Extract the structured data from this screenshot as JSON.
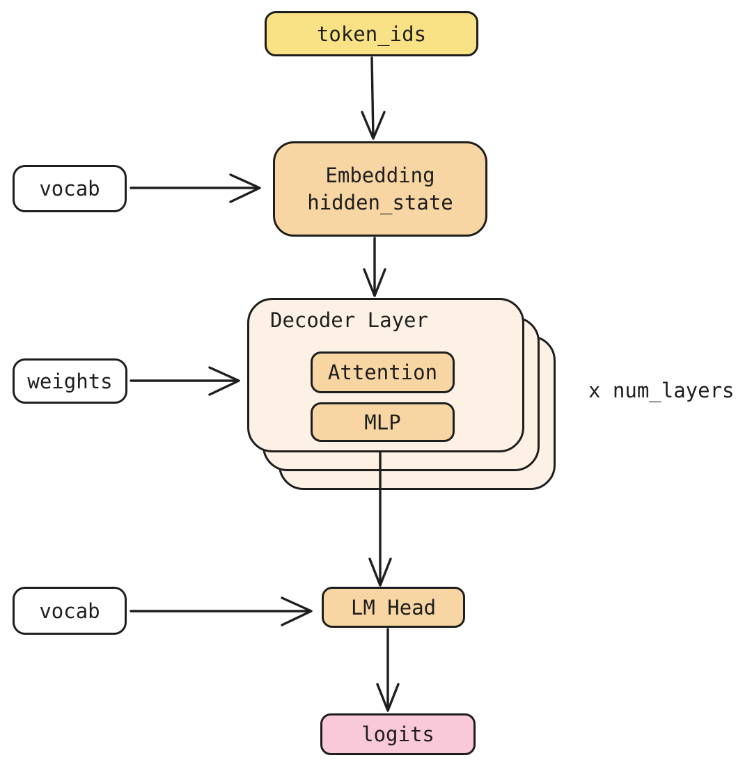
{
  "diagram": {
    "stroke_color": "#1e1e1e",
    "background_color": "#ffffff",
    "colors": {
      "yellow": "#f9e285",
      "orange": "#f8d6a4",
      "cream": "#fcf1e4",
      "pink": "#f9c8d9",
      "white": "#ffffff"
    },
    "nodes": {
      "token_ids": {
        "label": "token_ids",
        "fill": "#f9e285"
      },
      "vocab_top": {
        "label": "vocab",
        "fill": "#ffffff"
      },
      "embedding": {
        "line1": "Embedding",
        "line2": "hidden_state",
        "fill": "#f8d6a4"
      },
      "weights": {
        "label": "weights",
        "fill": "#ffffff"
      },
      "decoder_layer": {
        "title": "Decoder Layer",
        "fill": "#fcf1e4",
        "stack_count": 3
      },
      "attention": {
        "label": "Attention",
        "fill": "#f8d6a4"
      },
      "mlp": {
        "label": "MLP",
        "fill": "#f8d6a4"
      },
      "repeat_note": {
        "label": "x num_layers"
      },
      "vocab_bottom": {
        "label": "vocab",
        "fill": "#ffffff"
      },
      "lm_head": {
        "label": "LM Head",
        "fill": "#f8d6a4"
      },
      "logits": {
        "label": "logits",
        "fill": "#f9c8d9"
      }
    },
    "edges": [
      {
        "from": "token_ids",
        "to": "embedding"
      },
      {
        "from": "vocab_top",
        "to": "embedding"
      },
      {
        "from": "embedding",
        "to": "decoder_layer"
      },
      {
        "from": "weights",
        "to": "decoder_layer"
      },
      {
        "from": "decoder_layer",
        "to": "lm_head"
      },
      {
        "from": "vocab_bottom",
        "to": "lm_head"
      },
      {
        "from": "lm_head",
        "to": "logits"
      }
    ]
  }
}
